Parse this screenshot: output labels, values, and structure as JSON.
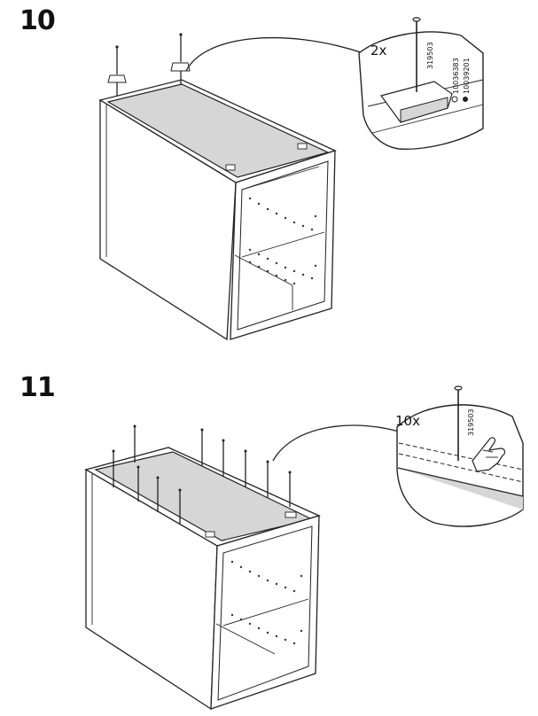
{
  "steps": [
    {
      "number": "10",
      "callout": {
        "quantity": "2x",
        "nail_code": "319503",
        "part_code_open": "10036383",
        "part_code_filled": "10039201"
      }
    },
    {
      "number": "11",
      "callout": {
        "quantity": "10x",
        "nail_code": "319503"
      }
    }
  ],
  "colors": {
    "panel_gray": "#d6d6d6",
    "line": "#222222",
    "background": "#ffffff"
  },
  "icons": [
    "nail-icon",
    "mounting-clip-icon",
    "hand-pointer-icon",
    "open-circle-icon",
    "filled-circle-icon"
  ]
}
